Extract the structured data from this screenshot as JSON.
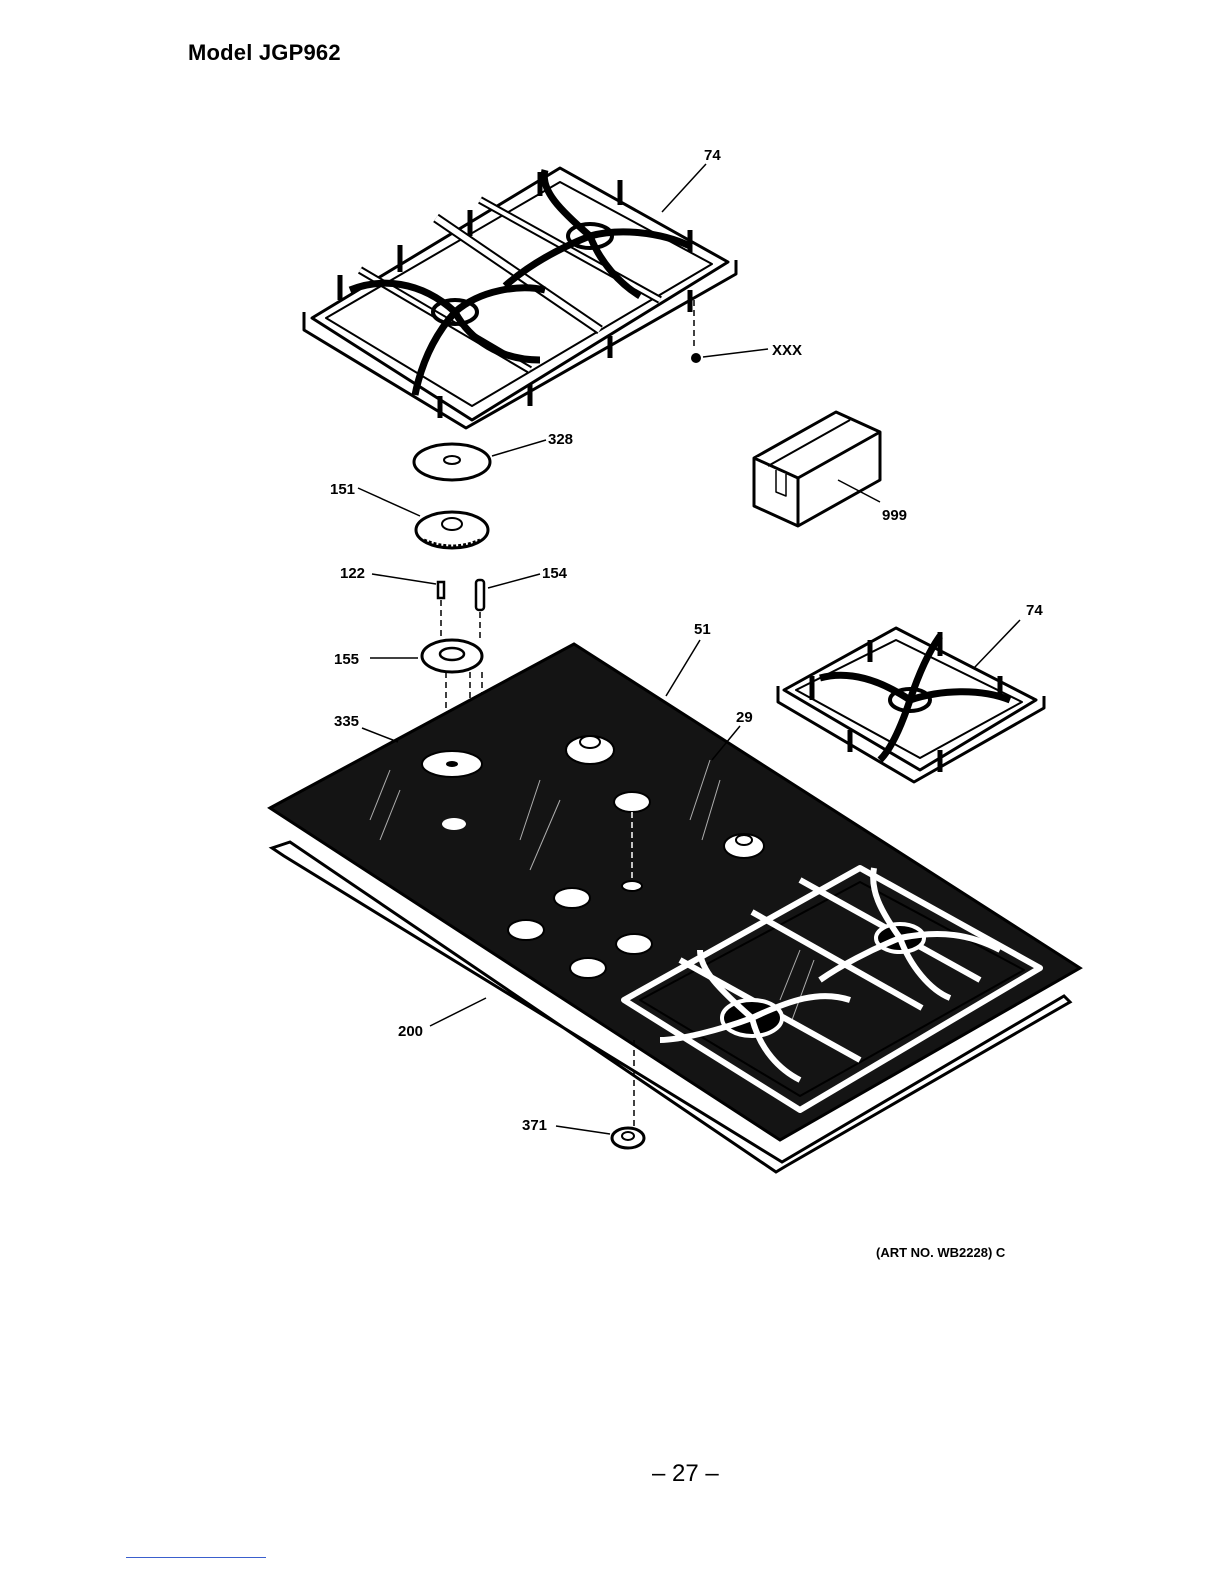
{
  "page": {
    "title": "Model JGP962",
    "art_number": "(ART NO. WB2228) C",
    "page_number": "– 27 –"
  },
  "callouts": [
    {
      "id": "74a",
      "label": "74"
    },
    {
      "id": "xxx",
      "label": "XXX"
    },
    {
      "id": "328",
      "label": "328"
    },
    {
      "id": "999",
      "label": "999"
    },
    {
      "id": "151",
      "label": "151"
    },
    {
      "id": "122",
      "label": "122"
    },
    {
      "id": "154",
      "label": "154"
    },
    {
      "id": "74b",
      "label": "74"
    },
    {
      "id": "51",
      "label": "51"
    },
    {
      "id": "155",
      "label": "155"
    },
    {
      "id": "29",
      "label": "29"
    },
    {
      "id": "335",
      "label": "335"
    },
    {
      "id": "200",
      "label": "200"
    },
    {
      "id": "371",
      "label": "371"
    }
  ]
}
